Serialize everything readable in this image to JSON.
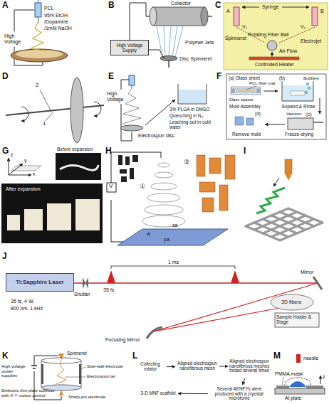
{
  "diagram": {
    "nodes": [
      {
        "text": [
          "High Voltage Supply"
        ]
      },
      {
        "text": [
          "Ti:Sapphire Laser"
        ]
      },
      {
        "text": [
          "Collecting rotator"
        ]
      },
      {
        "text": [
          "Aligned electrospun nanofibrous mesh"
        ]
      },
      {
        "text": [
          "Aligned electrospun nanofibrous meshes folded several times"
        ]
      },
      {
        "text": [
          "Several AENFYs were produced with a cryostat microtome"
        ]
      },
      {
        "text": [
          "3-D MNF scaffold"
        ]
      }
    ],
    "edges": [
      {
        "from": 2,
        "to": 3,
        "arrow": "to"
      },
      {
        "from": 3,
        "to": 4,
        "arrow": "to"
      },
      {
        "from": 4,
        "to": 5,
        "arrow": "to"
      },
      {
        "from": 5,
        "to": 6,
        "arrow": "to"
      }
    ],
    "labels": [
      "A",
      "PCL",
      "95% EtOH",
      "/Dopamine",
      "/1mM NaOH",
      "High",
      "Voltage",
      "B",
      "Collector",
      "Polymer Jets",
      "Disc Spinneret",
      "C",
      "Syringe",
      "A",
      "B",
      "V₁",
      "V₂",
      "Spinneret",
      "Rotating Fiber Ball",
      "Electrojet",
      "Air Flow",
      "Controlled Heater",
      "D",
      "1",
      "2",
      "E",
      "High Voltage",
      "Electrospun disc",
      "3% PLGA in DMSO",
      "Quenching in N₂",
      "Leaching out in cold water",
      "F",
      "(a) Glass sheet",
      "Glass spacer",
      "PCL fiber mat",
      "Mold Assembly",
      "(b)",
      "Bubbles",
      "Expand & Rinse",
      "(c)",
      "Vacuum",
      "Freeze-drying",
      "(d)",
      "Remove mold",
      "G",
      "x",
      "y",
      "z",
      "Before expansion",
      "After expansion",
      "H",
      "V",
      "w",
      "sa",
      "pa",
      "①",
      "②",
      "I",
      "J",
      "35 fs, 4 W,",
      "800 nm, 1 kHz",
      "35 fs",
      "1 ms",
      "Mirror",
      "Shutter",
      "Focusing Mirror",
      "3D fibers",
      "Sample Holder & Stage",
      "K",
      "Spinneret",
      "High voltage power supplies",
      "Side-wall electrode",
      "Electrospun jet",
      "Dielectric thin-plate collector with X-Y motion control",
      "Sharp-pin electrode",
      "L",
      "M",
      "needle",
      "PMMA mask",
      "z",
      "Al plate"
    ]
  }
}
